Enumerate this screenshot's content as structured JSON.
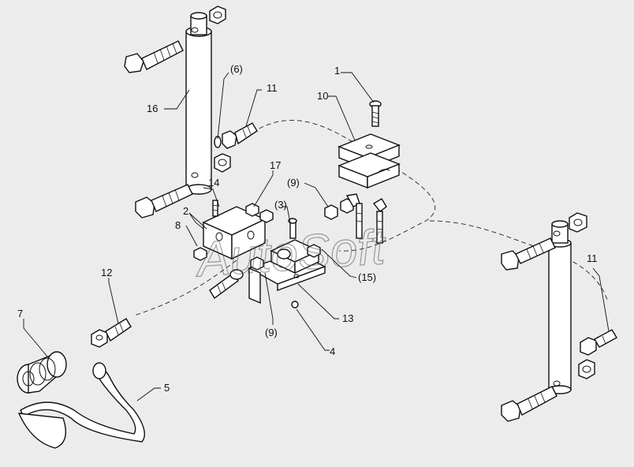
{
  "watermark": "AutoSoft",
  "labels": {
    "l1": "1",
    "l2": "2",
    "l3": "(3)",
    "l4": "4",
    "l5": "5",
    "l6": "(6)",
    "l7": "7",
    "l8": "8",
    "l9a": "(9)",
    "l9b": "(9)",
    "l10": "10",
    "l11a": "11",
    "l11b": "11",
    "l12": "12",
    "l13": "13",
    "l14": "14",
    "l15": "(15)",
    "l16": "16",
    "l17": "17"
  }
}
